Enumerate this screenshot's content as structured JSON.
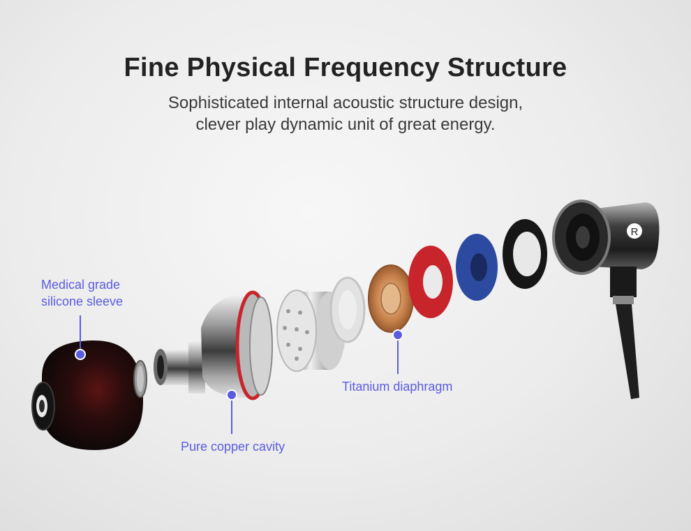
{
  "heading": {
    "title": "Fine Physical Frequency Structure",
    "subtitle_line1": "Sophisticated internal acoustic structure design,",
    "subtitle_line2": "clever play dynamic unit of great energy."
  },
  "callouts": {
    "sleeve_line1": "Medical grade",
    "sleeve_line2": "silicone sleeve",
    "cavity": "Pure copper cavity",
    "diaphragm": "Titanium diaphragm"
  },
  "housing_letter": "R",
  "colors": {
    "callout_accent": "#5a5ce0",
    "red_ring": "#c8242c",
    "blue_ring": "#2c4aa0",
    "diaphragm_copper": "#c8824c"
  }
}
